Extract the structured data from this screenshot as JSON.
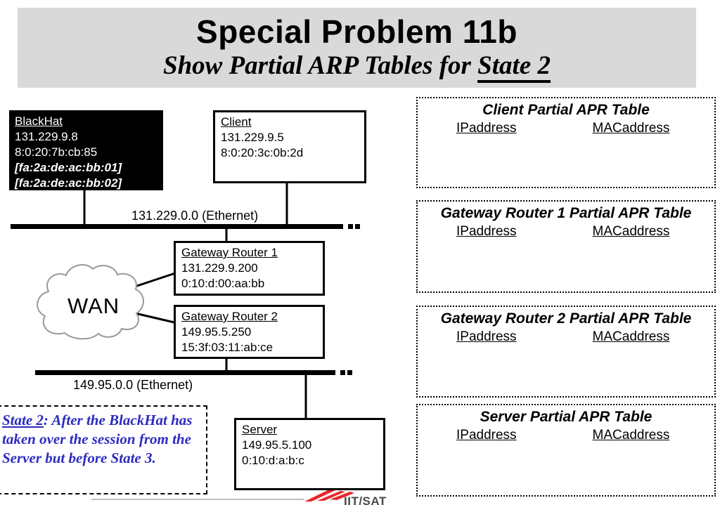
{
  "header": {
    "title": "Special Problem 11b",
    "subtitle_prefix": "Show Partial ARP Tables for ",
    "subtitle_emphasis": "State 2"
  },
  "diagram": {
    "blackhat": {
      "name": "BlackHat",
      "ip": "131.229.9.8",
      "mac": "8:0:20:7b:cb:85",
      "spoofed_mac_1": "[fa:2a:de:ac:bb:01]",
      "spoofed_mac_2": "[fa:2a:de:ac:bb:02]"
    },
    "client": {
      "name": "Client",
      "ip": "131.229.9.5",
      "mac": "8:0:20:3c:0b:2d"
    },
    "gateway_router_1": {
      "name": "Gateway Router 1",
      "ip": "131.229.9.200",
      "mac": "0:10:d:00:aa:bb"
    },
    "gateway_router_2": {
      "name": "Gateway Router 2",
      "ip": "149.95.5.250",
      "mac": "15:3f:03:11:ab:ce"
    },
    "server": {
      "name": "Server",
      "ip": "149.95.5.100",
      "mac": "0:10:d:a:b:c"
    },
    "wan": {
      "label": "WAN"
    },
    "ethernet_1": {
      "label": "131.229.0.0 (Ethernet)"
    },
    "ethernet_2": {
      "label": "149.95.0.0 (Ethernet)"
    }
  },
  "note": {
    "emphasis": "State 2",
    "line1_rest": ": After the BlackHat has",
    "line2": "taken over the session from the",
    "line3": "Server but before State 3."
  },
  "tables": [
    {
      "title": "Client Partial APR Table",
      "col_ip": "IPaddress",
      "col_mac": "MACaddress"
    },
    {
      "title": "Gateway Router 1 Partial APR Table",
      "col_ip": "IPaddress",
      "col_mac": "MACaddress"
    },
    {
      "title": "Gateway Router 2 Partial APR Table",
      "col_ip": "IPaddress",
      "col_mac": "MACaddress"
    },
    {
      "title": "Server Partial APR Table",
      "col_ip": "IPaddress",
      "col_mac": "MACaddress"
    }
  ],
  "footer": {
    "logo_text": "IIT/SAT"
  },
  "colors": {
    "header_bg": "#d9d9d9",
    "note_text": "#2b2bc0",
    "logo_red": "#e8262a",
    "logo_text": "#4a4a4a"
  }
}
